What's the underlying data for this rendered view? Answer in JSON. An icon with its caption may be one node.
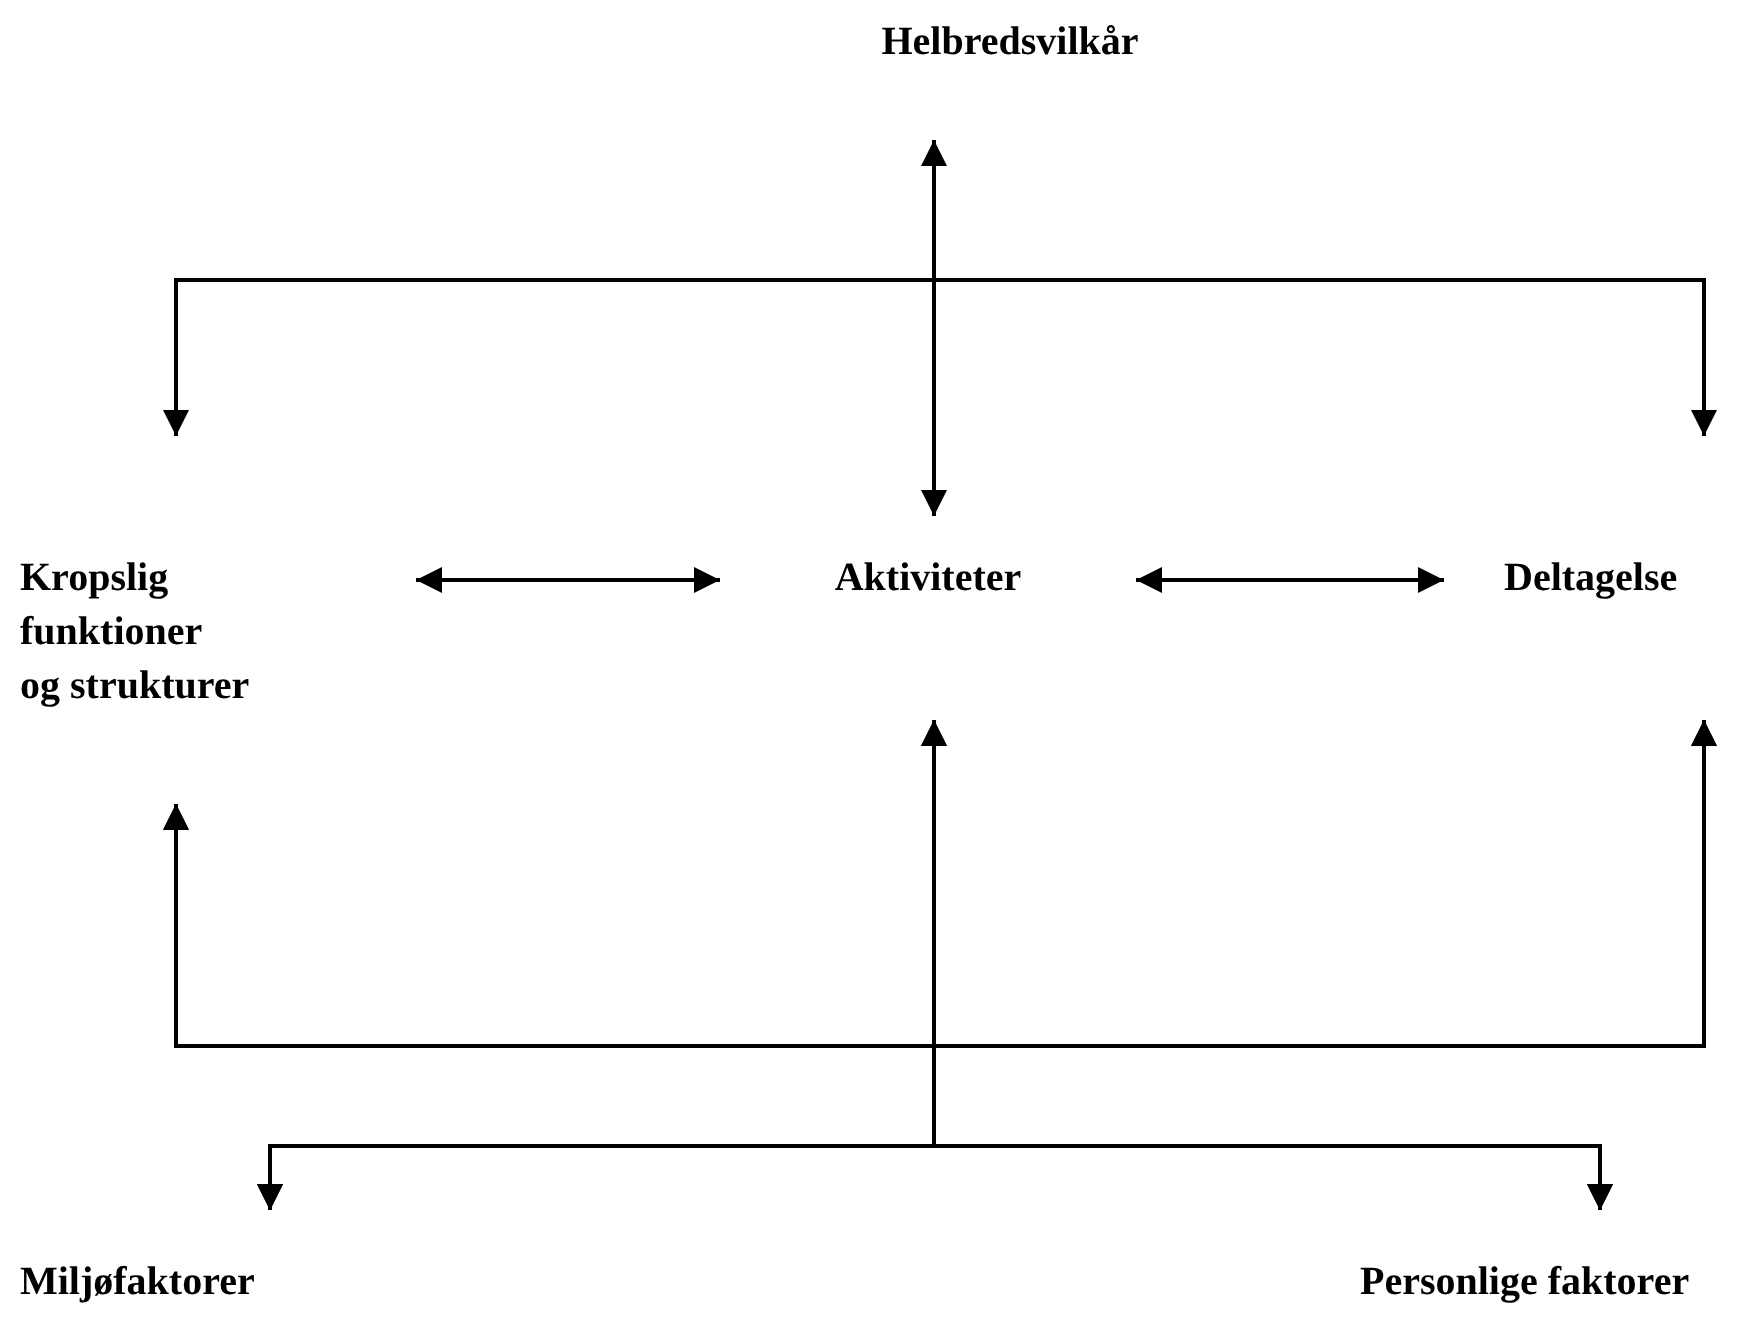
{
  "diagram": {
    "nodes": [
      {
        "text": [
          "Helbredsvilkår"
        ]
      },
      {
        "text": [
          "Kropslig funktioner og strukturer"
        ]
      },
      {
        "text": [
          "Aktiviteter"
        ]
      },
      {
        "text": [
          "Deltagelse"
        ]
      },
      {
        "text": [
          "Miljøfaktorer"
        ]
      },
      {
        "text": [
          "Personlige faktorer"
        ]
      }
    ],
    "edges": [
      {
        "from": 0,
        "to": 2,
        "arrow": "both"
      },
      {
        "from": 0,
        "to": 1,
        "arrow": "to"
      },
      {
        "from": 0,
        "to": 3,
        "arrow": "to"
      },
      {
        "from": 1,
        "to": 2,
        "arrow": "both"
      },
      {
        "from": 2,
        "to": 3,
        "arrow": "both"
      },
      {
        "from": 4,
        "to": 1,
        "arrow": "both"
      },
      {
        "from": 4,
        "to": 2,
        "arrow": "both"
      },
      {
        "from": 4,
        "to": 3,
        "arrow": "both"
      },
      {
        "from": 5,
        "to": 1,
        "arrow": "both"
      },
      {
        "from": 5,
        "to": 2,
        "arrow": "both"
      },
      {
        "from": 5,
        "to": 3,
        "arrow": "both"
      }
    ]
  }
}
